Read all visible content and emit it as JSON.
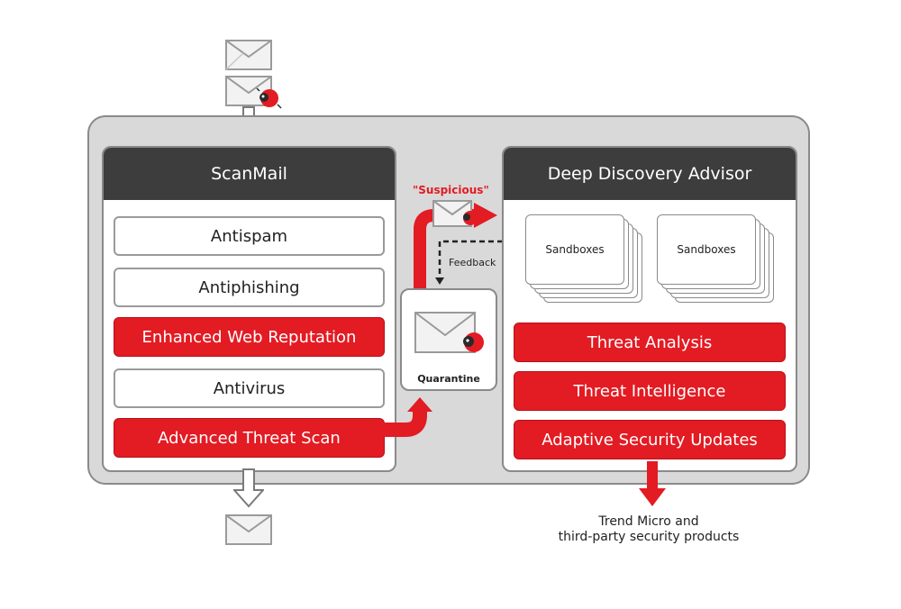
{
  "scanmail": {
    "title": "ScanMail",
    "modules": [
      {
        "label": "Antispam",
        "style": "white"
      },
      {
        "label": "Antiphishing",
        "style": "white"
      },
      {
        "label": "Enhanced Web Reputation",
        "style": "red"
      },
      {
        "label": "Antivirus",
        "style": "white"
      },
      {
        "label": "Advanced Threat Scan",
        "style": "red"
      }
    ]
  },
  "quarantine": {
    "label": "Quarantine"
  },
  "flow": {
    "suspicious_label": "\"Suspicious\"",
    "feedback_label": "Feedback"
  },
  "dda": {
    "title": "Deep Discovery Advisor",
    "sandboxes": [
      "Sandboxes",
      "Sandboxes"
    ],
    "modules": [
      {
        "label": "Threat Analysis"
      },
      {
        "label": "Threat Intelligence"
      },
      {
        "label": "Adaptive Security Updates"
      }
    ]
  },
  "output": {
    "caption_line1": "Trend Micro and",
    "caption_line2": "third-party security products"
  },
  "icons": [
    "envelope-icon",
    "bug-icon",
    "arrow-icon"
  ],
  "colors": {
    "accent": "#e31b23",
    "header": "#3d3d3d",
    "frame": "#d9d9d9",
    "border": "#8a8a8a"
  }
}
